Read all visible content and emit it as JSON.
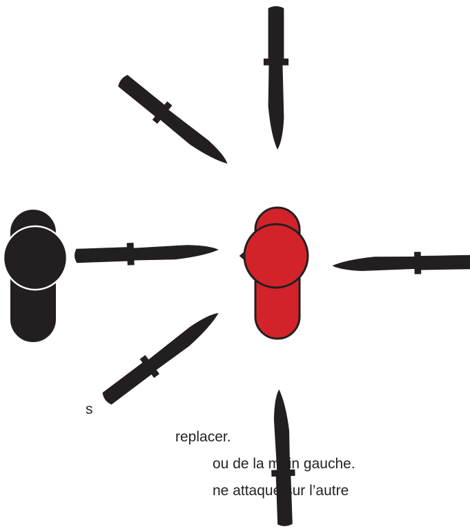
{
  "colors": {
    "ink": "#231f20",
    "accent": "#d2232a",
    "outline": "#ffffff",
    "background": "#ffffff"
  },
  "figures": {
    "left_figure": {
      "role": "opponent",
      "color": "ink"
    },
    "right_figure": {
      "role": "defender",
      "color": "accent"
    }
  },
  "knives": [
    {
      "id": "knife-north",
      "direction": "north"
    },
    {
      "id": "knife-north-west",
      "direction": "north-west"
    },
    {
      "id": "knife-west",
      "direction": "west"
    },
    {
      "id": "knife-east",
      "direction": "east"
    },
    {
      "id": "knife-south-west",
      "direction": "south-west"
    },
    {
      "id": "knife-south",
      "direction": "south"
    }
  ],
  "caption": {
    "line1": "s",
    "line2": "replacer.",
    "line3": "ou de la main gauche.",
    "line4": "ne attaque sur l’autre"
  }
}
